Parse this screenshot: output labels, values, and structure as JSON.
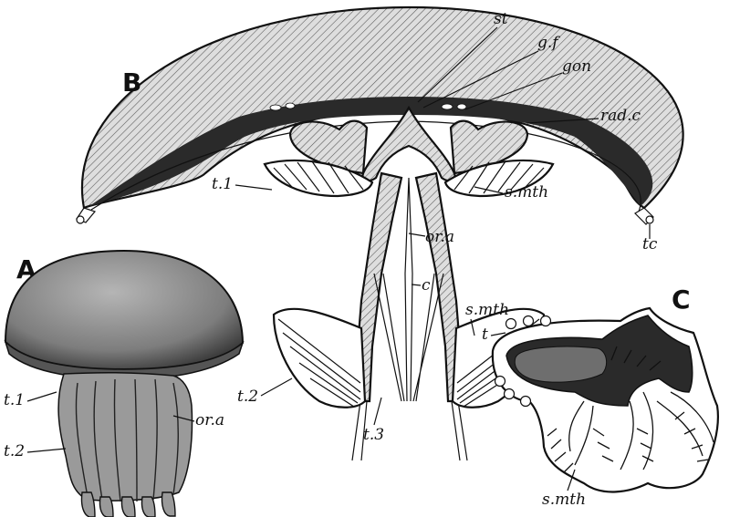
{
  "figure": {
    "panels": [
      {
        "id": "A",
        "letter": "A"
      },
      {
        "id": "B",
        "letter": "B"
      },
      {
        "id": "C",
        "letter": "C"
      }
    ],
    "labels": {
      "st": "st",
      "gf": "g.f",
      "gon": "gon",
      "radc": "rad.c",
      "t1_b": "t.1",
      "smth_b1": "s.mth",
      "ora_b": "or.a",
      "tc": "tc",
      "c": "c",
      "smth_b2": "s.mth",
      "t2_b": "t.2",
      "t3_b": "t.3",
      "t1_a": "t.1",
      "ora_a": "or.a",
      "t2_a": "t.2",
      "t_c": "t",
      "smth_c": "s.mth"
    },
    "colors": {
      "ink": "#111111",
      "hatch_fill": "#d8d8d8",
      "dark_tissue": "#2a2a2a",
      "bell_shade": "#8a8a8a"
    }
  }
}
